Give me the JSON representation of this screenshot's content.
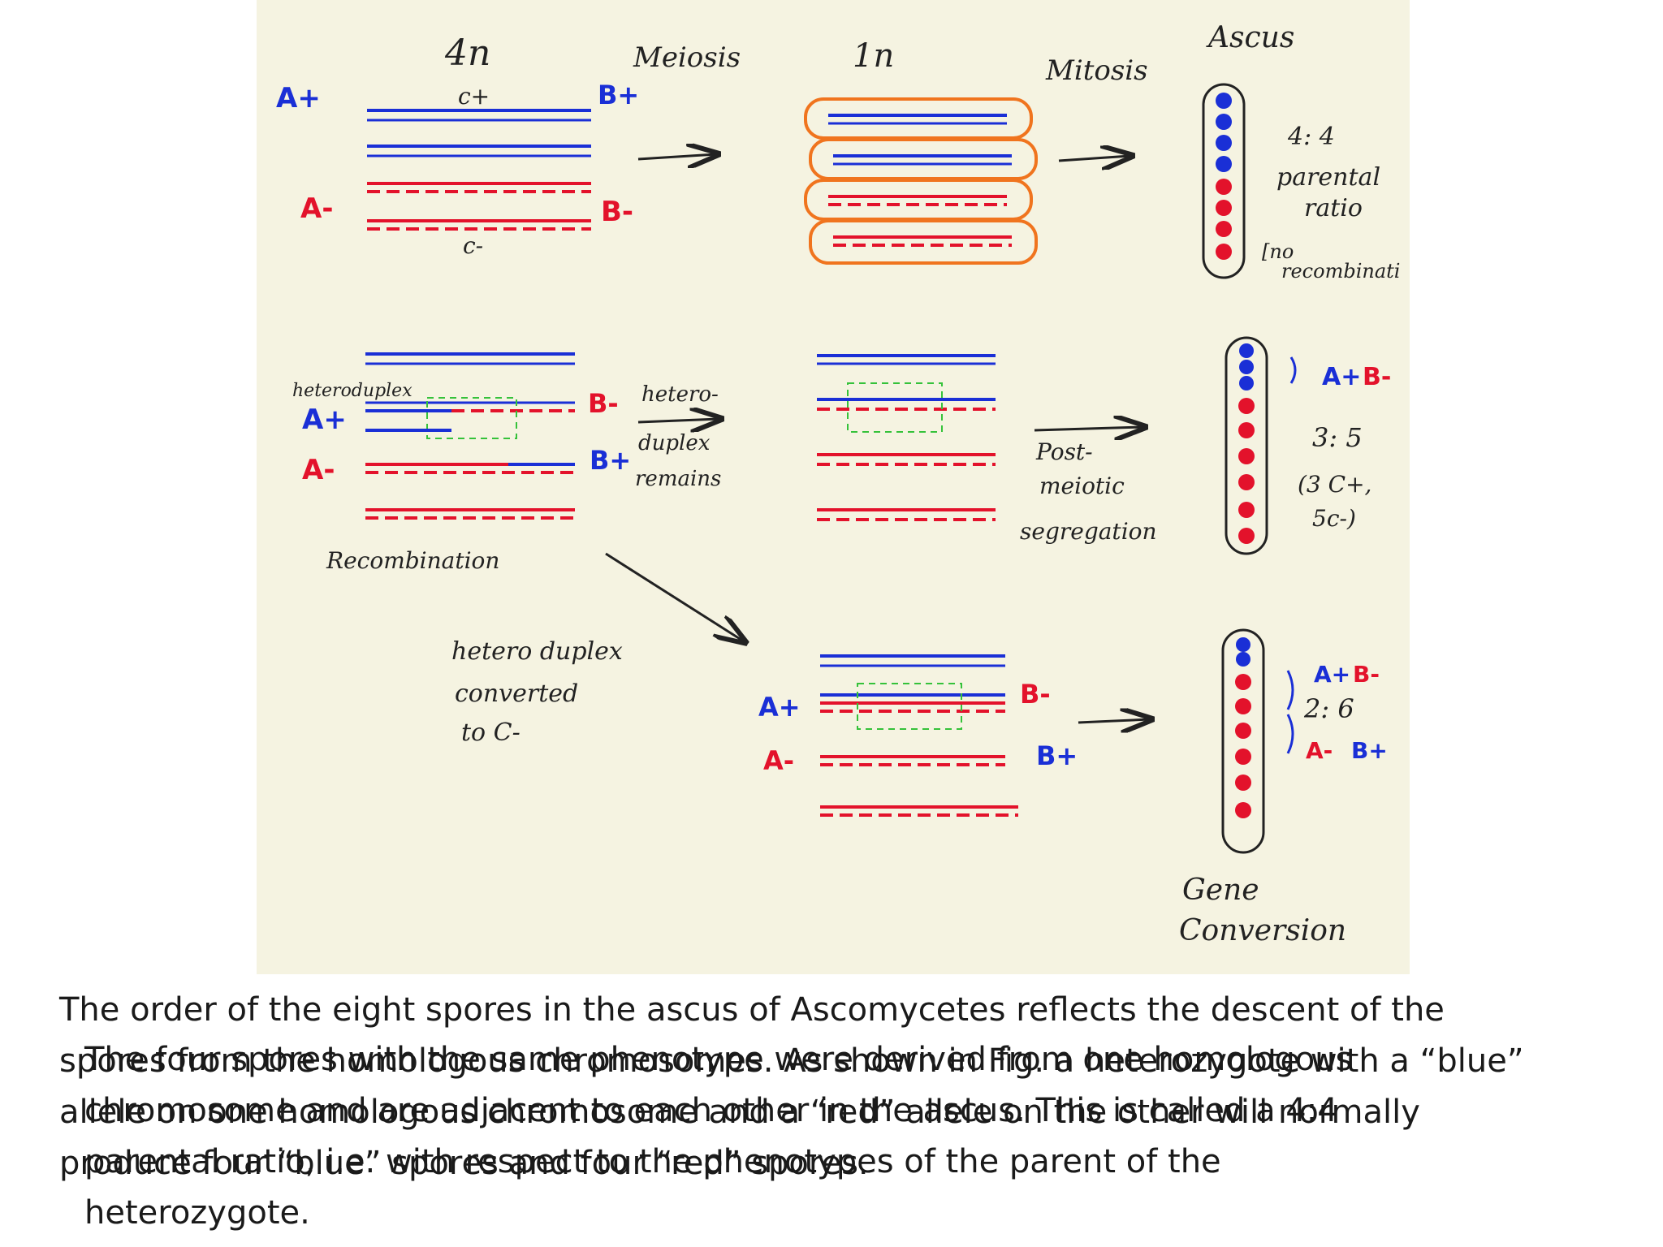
{
  "diagram": {
    "labels": {
      "ploidy_4n": "4n",
      "meiosis": "Meiosis",
      "ploidy_1n": "1n",
      "mitosis": "Mitosis",
      "ascus": "Ascus",
      "ratio_4_4": "4: 4",
      "parental": "parental",
      "ratio_word": "ratio",
      "no_recomb_top": "[no",
      "no_recomb_bottom": "recombinati",
      "heteroduplex": "heteroduplex",
      "hetero_duplex_remains_1": "hetero-",
      "hetero_duplex_remains_2": "duplex",
      "hetero_duplex_remains_3": "remains",
      "recombination": "Recombination",
      "post_meiotic_1": "Post-",
      "post_meiotic_2": "meiotic",
      "post_meiotic_3": "segregation",
      "ratio_3_5": "3: 5",
      "ratio_3_5_detail_1": "(3 C+,",
      "ratio_3_5_detail_2": "5c-)",
      "converted_1": "hetero duplex",
      "converted_2": "converted",
      "converted_3": "to   C-",
      "ratio_2_6": "2: 6",
      "gene_1": "Gene",
      "gene_2": "Conversion"
    },
    "alleles": {
      "a_plus": "A+",
      "a_minus": "A-",
      "b_plus": "B+",
      "b_minus": "B-",
      "c_plus": "c+",
      "c_minus": "c-"
    },
    "colors": {
      "blue": "#1a2fd6",
      "red": "#e3122b",
      "orange": "#f0741e",
      "green": "#35c23a",
      "panel": "#f5f3e1"
    }
  },
  "captions": {
    "line1": "The order of the eight spores in the ascus of Ascomycetes reflects the descent of the\nspores from the homologous chromosomes. As shown in Fig. a heterozygote with a “blue”\nallele on one homologous chromosome and a “red” allele on the other will normally\nproduce four “blue” spores and four “red” spores.",
    "line2": "The four spores with the same phenotype were derived from one homologous\nchromosome and are adjacent to each other in the ascus. This is called a 4:4\nparental ratio, i.e. with respect to the phenotypes of the parent of the\nheterozygote."
  }
}
